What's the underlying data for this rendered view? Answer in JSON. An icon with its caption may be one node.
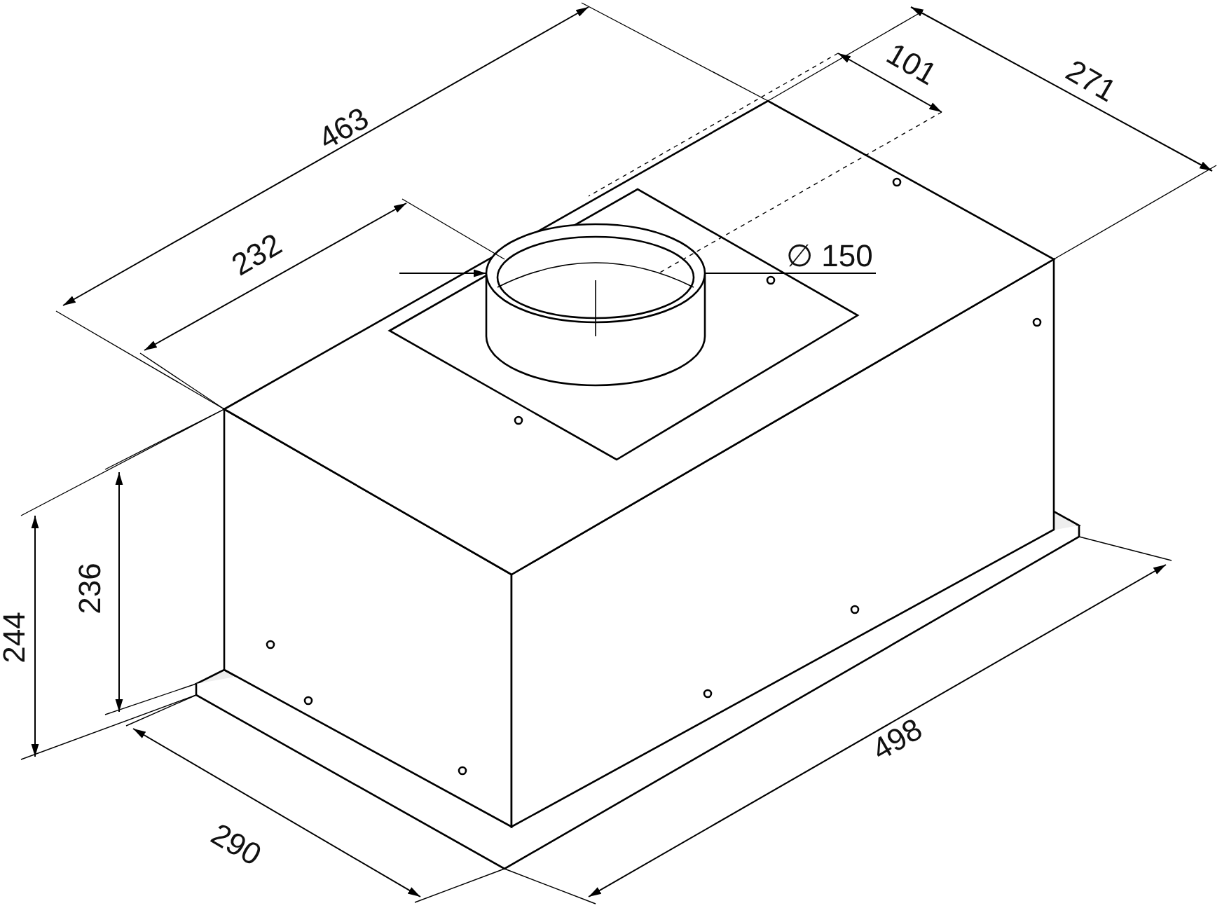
{
  "diagram": {
    "labels": [
      "463",
      "101",
      "271",
      "232",
      "∅ 150",
      "236",
      "244",
      "498",
      "290"
    ]
  }
}
